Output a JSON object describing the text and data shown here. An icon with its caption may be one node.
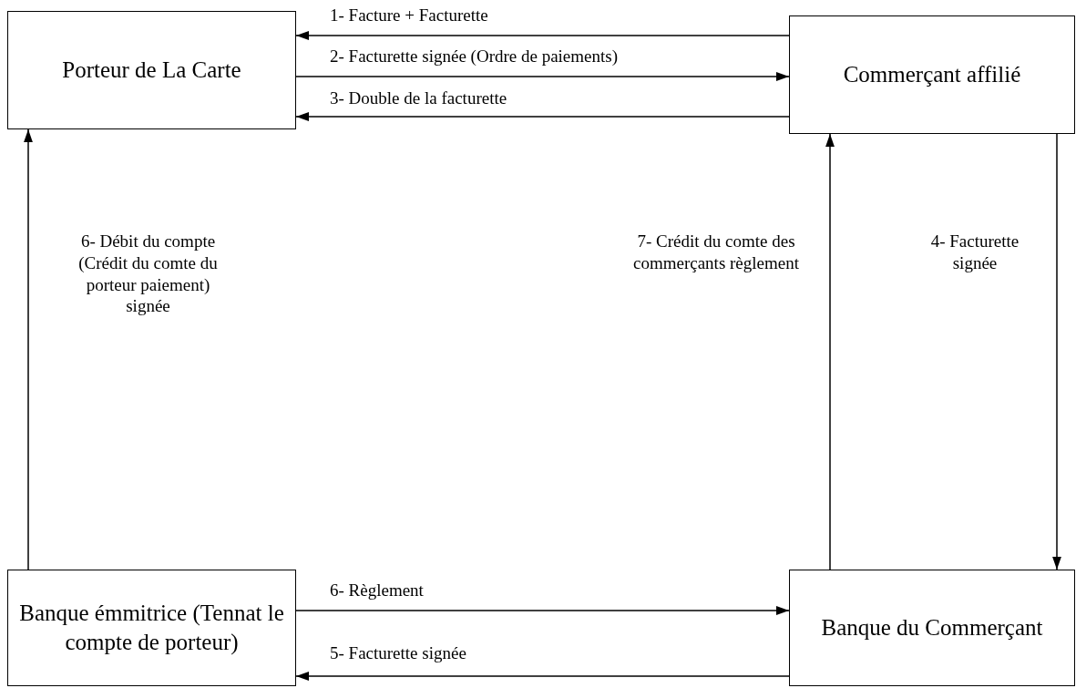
{
  "diagram": {
    "nodes": [
      {
        "text": [
          "Porteur de La Carte"
        ]
      },
      {
        "text": [
          "Commerçant affilié"
        ]
      },
      {
        "text": [
          "Banque émmitrice (Tennat le compte de porteur)"
        ]
      },
      {
        "text": [
          "Banque du Commerçant"
        ]
      }
    ],
    "edges": [
      {
        "from": 1,
        "to": 0,
        "arrow": "to",
        "label": "1- Facture + Facturette"
      },
      {
        "from": 0,
        "to": 1,
        "arrow": "to",
        "label": "2- Facturette signée (Ordre de paiements)"
      },
      {
        "from": 1,
        "to": 0,
        "arrow": "to",
        "label": "3- Double de la facturette"
      },
      {
        "from": 1,
        "to": 3,
        "arrow": "to",
        "label": "4- Facturette signée"
      },
      {
        "from": 3,
        "to": 2,
        "arrow": "to",
        "label": "5- Facturette signée"
      },
      {
        "from": 2,
        "to": 3,
        "arrow": "to",
        "label": "6- Règlement"
      },
      {
        "from": 2,
        "to": 0,
        "arrow": "to",
        "label": "6- Débit du compte (Crédit du comte du porteur paiement) signée"
      },
      {
        "from": 3,
        "to": 1,
        "arrow": "to",
        "label": "7- Crédit du comte des commerçants règlement"
      }
    ]
  }
}
